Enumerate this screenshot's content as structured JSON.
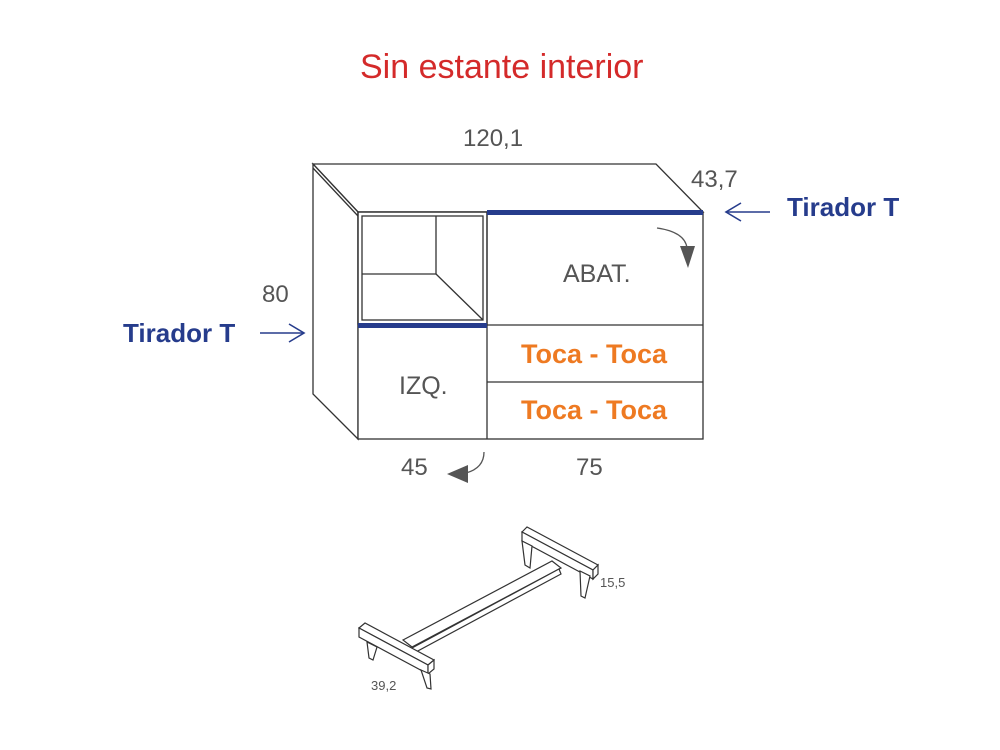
{
  "title": "Sin estante interior",
  "dimensions": {
    "width": "120,1",
    "depth": "43,7",
    "height": "80",
    "left_module": "45",
    "right_module": "75",
    "base_height": "15,5",
    "base_width": "39,2"
  },
  "handles": {
    "top_right": "Tirador T",
    "left": "Tirador T"
  },
  "parts": {
    "flap": "ABAT.",
    "left_door": "IZQ.",
    "drawer_top": "Toca - Toca",
    "drawer_bottom": "Toca - Toca"
  },
  "colors": {
    "title": "#d42a2a",
    "handle": "#263c8c",
    "push_open": "#ee7a22",
    "dimension": "#555555"
  }
}
